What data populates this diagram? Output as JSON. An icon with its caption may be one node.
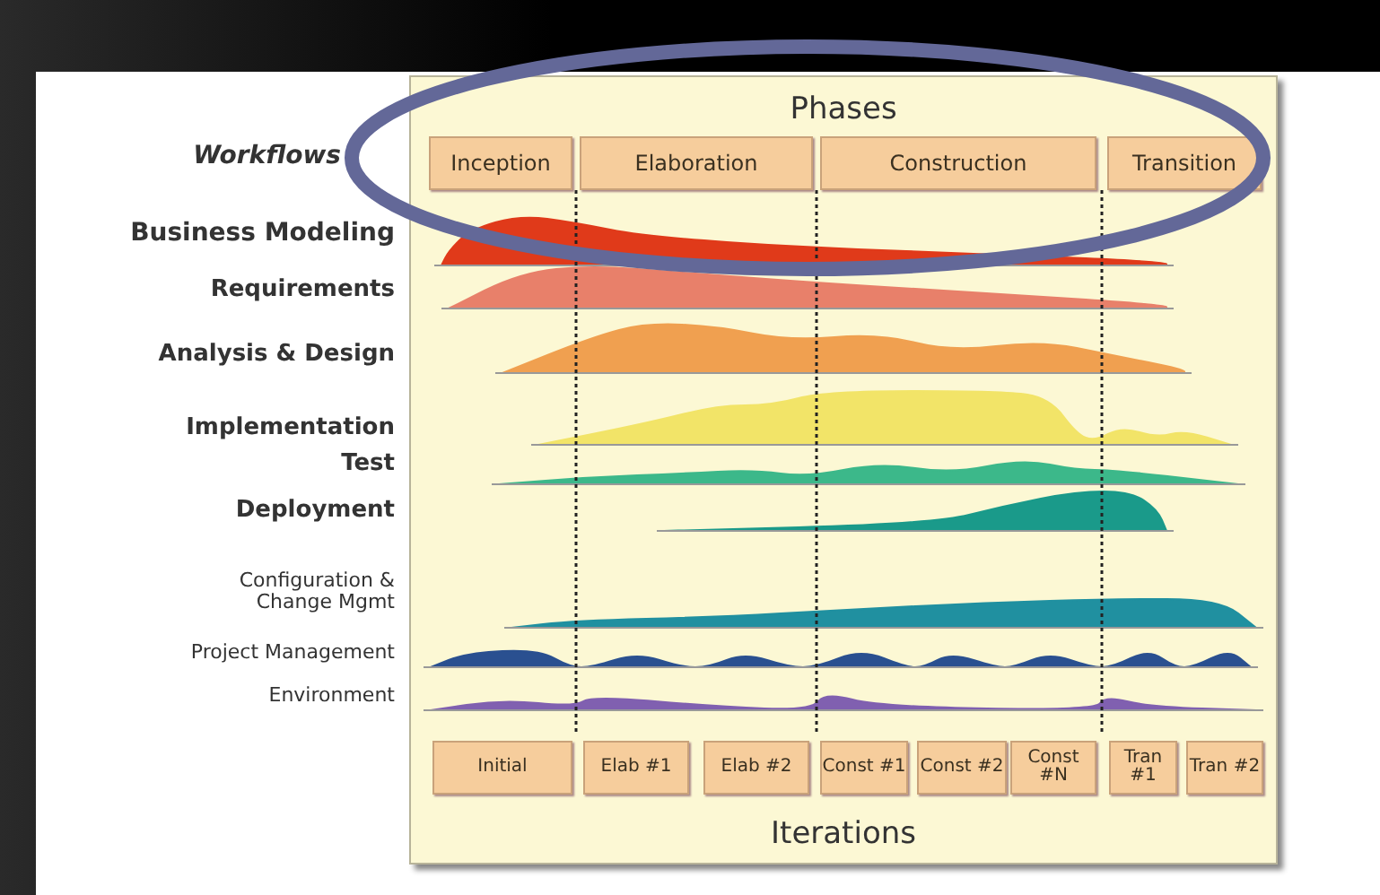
{
  "diagram": {
    "nodes": [
      {
        "text": [
          "Phases",
          "Iterations"
        ]
      },
      {
        "text": [
          "Inception"
        ],
        "in": 0
      },
      {
        "text": [
          "Elaboration"
        ],
        "in": 0
      },
      {
        "text": [
          "Construction"
        ],
        "in": 0
      },
      {
        "text": [
          "Transition"
        ],
        "in": 0
      },
      {
        "text": [
          "Initial"
        ],
        "in": 0
      },
      {
        "text": [
          "Elab #1"
        ],
        "in": 0
      },
      {
        "text": [
          "Elab #2"
        ],
        "in": 0
      },
      {
        "text": [
          "Const #1"
        ],
        "in": 0
      },
      {
        "text": [
          "Const #2"
        ],
        "in": 0
      },
      {
        "text": [
          "Const #N"
        ],
        "in": 0
      },
      {
        "text": [
          "Tran #1"
        ],
        "in": 0
      },
      {
        "text": [
          "Tran #2"
        ],
        "in": 0
      }
    ],
    "edges": [],
    "labels": [
      "Workflows",
      "Business Modeling",
      "Requirements",
      "Analysis & Design",
      "Implementation",
      "Test",
      "Deployment",
      "Configuration & Change Mgmt",
      "Project Management",
      "Environment"
    ]
  }
}
